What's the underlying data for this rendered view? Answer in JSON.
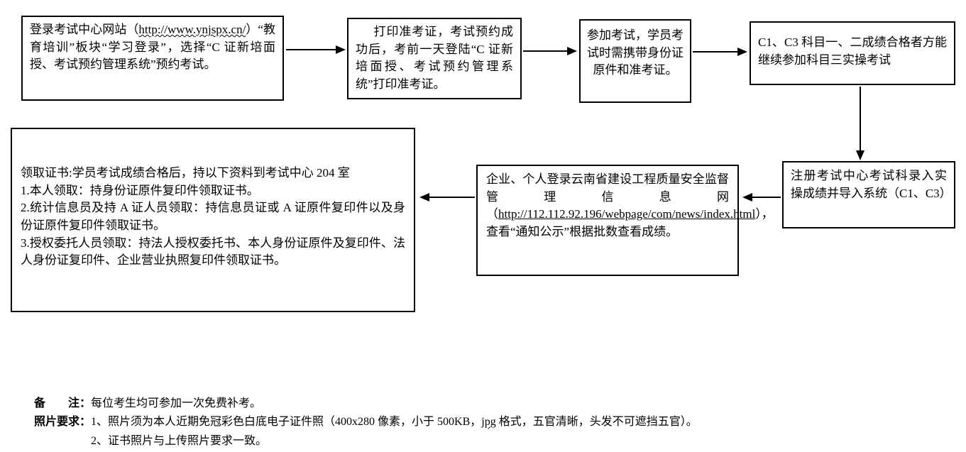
{
  "flow": {
    "step1": {
      "pre": "登录考试中心网站（",
      "url": "http://www.ynjspx.cn/",
      "post": "）“教育培训”板块“学习登录”，选择“C 证新培面授、考试预约管理系统”预约考试。"
    },
    "step2": {
      "text": "打印准考证，考试预约成功后，考前一天登陆“C 证新培面授、考试预约管理系统”打印准考证。"
    },
    "step3": {
      "text": "参加考试，学员考试时需携带身份证原件和准考证。"
    },
    "step4": {
      "text": "C1、C3 科目一、二成绩合格者方能继续参加科目三实操考试"
    },
    "step5": {
      "text": "注册考试中心考试科录入实操成绩并导入系统（C1、C3）"
    },
    "step6": {
      "pre": "企业、个人登录云南省建设工程质量安全监督管理信息网（",
      "url": "http://112.112.92.196/webpage/com/news/index.html",
      "post": "），查看“通知公示”根据批数查看成绩。"
    },
    "step7": {
      "title": "领取证书:学员考试成绩合格后，持以下资料到考试中心 204 室",
      "items": [
        "1.本人领取：持身份证原件复印件领取证书。",
        "2.统计信息员及持 A 证人员领取：持信息员证或 A 证原件复印件以及身份证原件复印件领取证书。",
        "3.授权委托人员领取：持法人授权委托书、本人身份证原件及复印件、法人身份证复印件、企业营业执照复印件领取证书。"
      ]
    }
  },
  "notes": {
    "remark_label": "备　　注：",
    "remark_text": "每位考生均可参加一次免费补考。",
    "photo_label": "照片要求：",
    "photo_item1_pre": "1、照片须为本人近期免冠彩色白底电子证件照（400x280 像素，小于 500KB，",
    "photo_item1_jpg": "jpg",
    "photo_item1_post": " 格式，五官清晰，头发不可遮挡五官）。",
    "photo_item2": "2、证书照片与上传照片要求一致。"
  },
  "colors": {
    "line": "#000000",
    "background": "#ffffff"
  }
}
